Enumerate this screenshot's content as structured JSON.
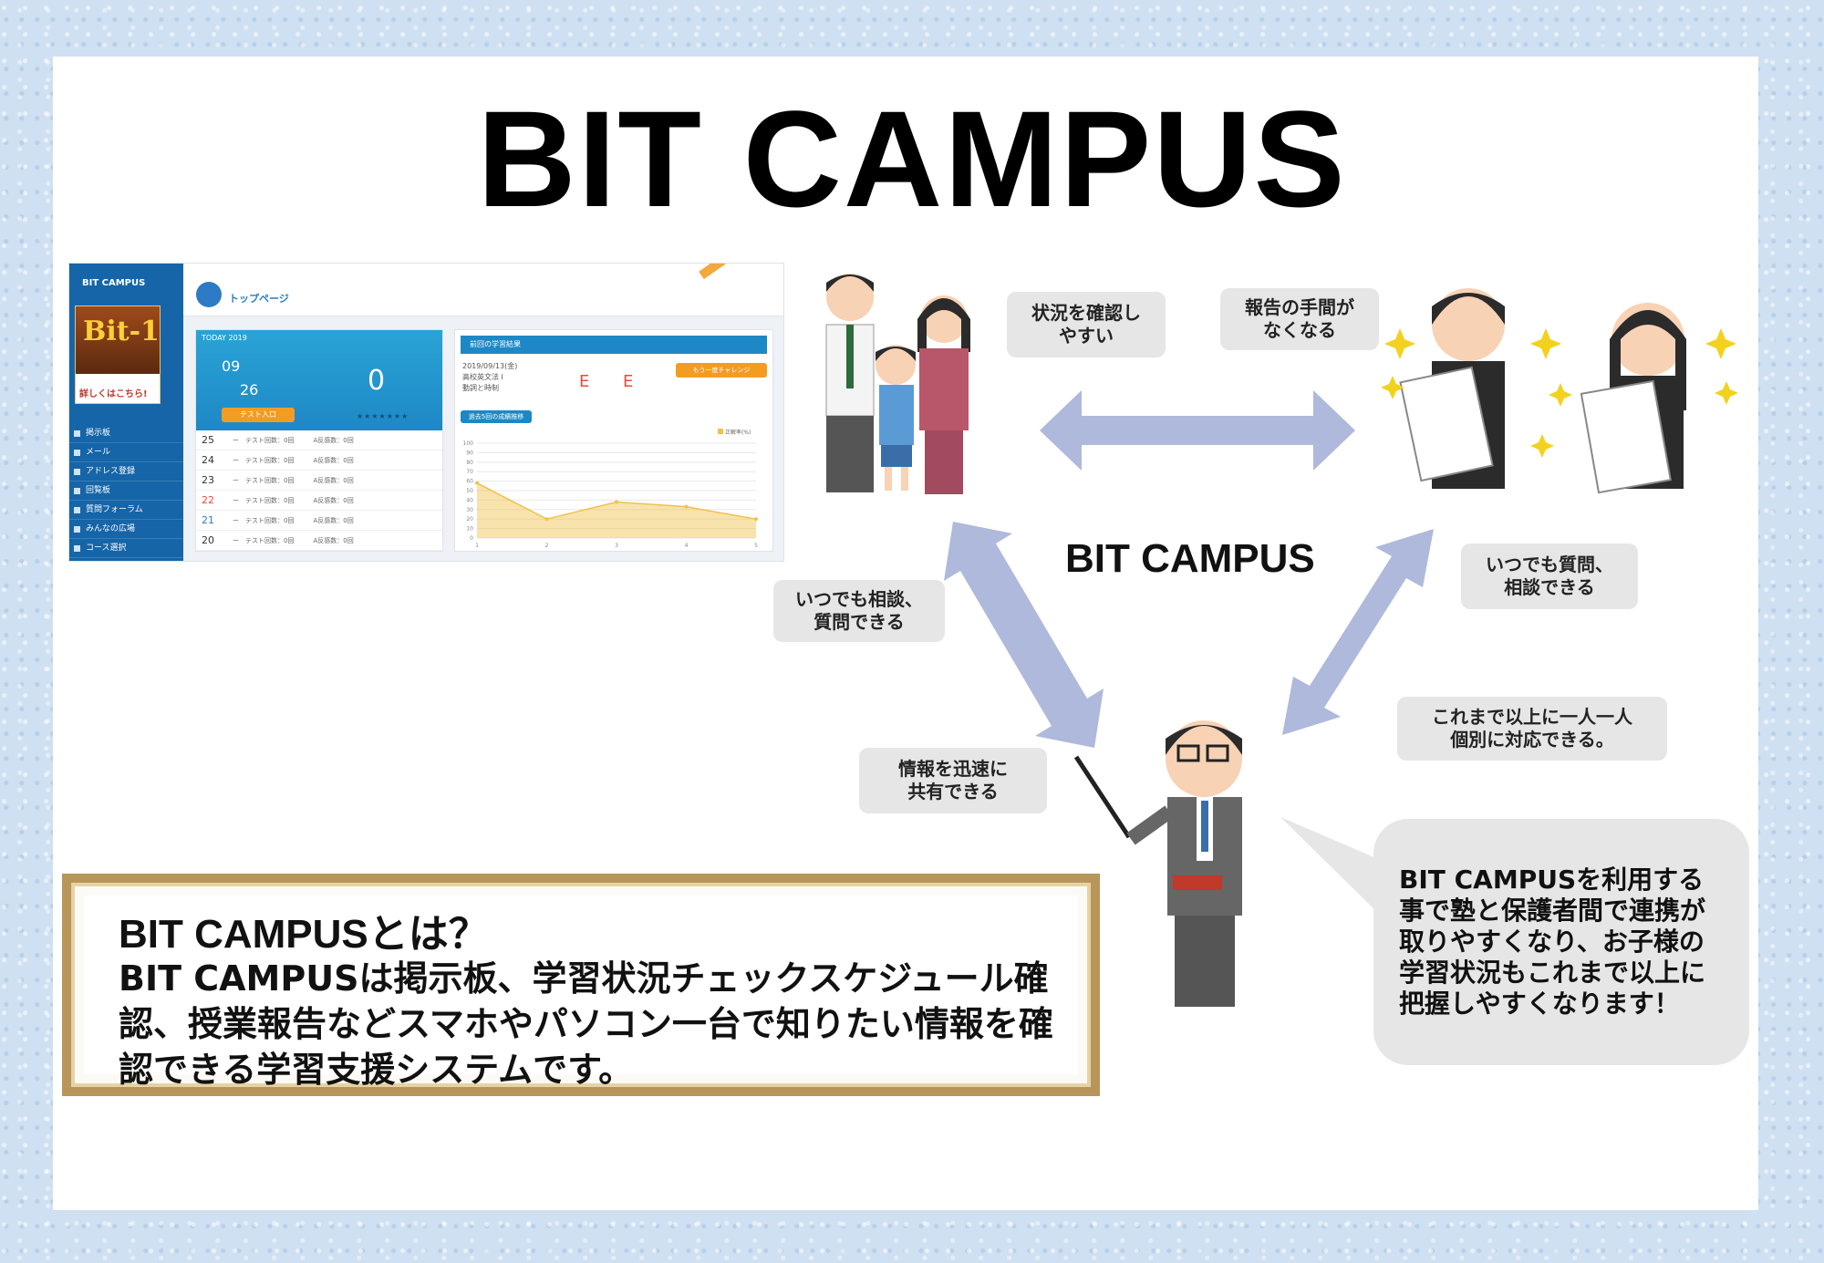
{
  "title": "BIT CAMPUS",
  "center_label": "BIT CAMPUS",
  "screenshot": {
    "logo": "BIT CAMPUS",
    "banner_title": "Bit-1",
    "banner_link": "詳しくはこちら!",
    "nav": [
      "掲示板",
      "メール",
      "アドレス登録",
      "回覧板",
      "質問フォーラム",
      "みんなの広場",
      "コース選択"
    ],
    "page_title": "トップページ",
    "today_label": "TODAY 2019",
    "date_month": "09",
    "date_day": "26",
    "streak": "0",
    "test_button": "テスト入口",
    "stars": "★★★★★★★",
    "day_rows": [
      "25",
      "24",
      "23",
      "22",
      "21",
      "20"
    ],
    "result_title": "前回の学習結果",
    "result_meta": "2019/09/13(金)\n高校英文法 I\n動詞と時制",
    "grade_prev": "E",
    "grade_total": "E",
    "challenge_button": "もう一度チャレンジ",
    "history_tag": "過去5回の成績推移"
  },
  "chart_data": {
    "type": "area",
    "x": [
      1,
      2,
      3,
      4,
      5
    ],
    "values": [
      58,
      20,
      38,
      33,
      20
    ],
    "ylim": [
      0,
      100
    ],
    "yticks": [
      0,
      10,
      20,
      30,
      40,
      50,
      60,
      70,
      80,
      90,
      100
    ],
    "legend": "正解率(%)",
    "color": "#f0c24a"
  },
  "labels": {
    "easy_check": "状況を確認し\nやすい",
    "less_report": "報告の手間が\nなくなる",
    "consult": "いつでも相談、\n質問できる",
    "ask": "いつでも質問、\n相談できる",
    "individual": "これまで以上に一人一人\n個別に対応できる。",
    "share": "情報を迅速に\n共有できる"
  },
  "info": {
    "heading": "BIT CAMPUSとは？",
    "body": "BIT CAMPUSは掲示板、学習状況チェックスケジュール確認、授業報告などスマホやパソコン一台で知りたい情報を確認できる学習支援システムです。"
  },
  "speech": "BIT CAMPUSを利用する\n事で塾と保護者間で連携が\n取りやすくなり、お子様の\n学習状況もこれまで以上に\n把握しやすくなります！",
  "colors": {
    "arrow": "#aeb9dc",
    "frame": "#b8965a",
    "label_bg": "#e6e6e6"
  }
}
